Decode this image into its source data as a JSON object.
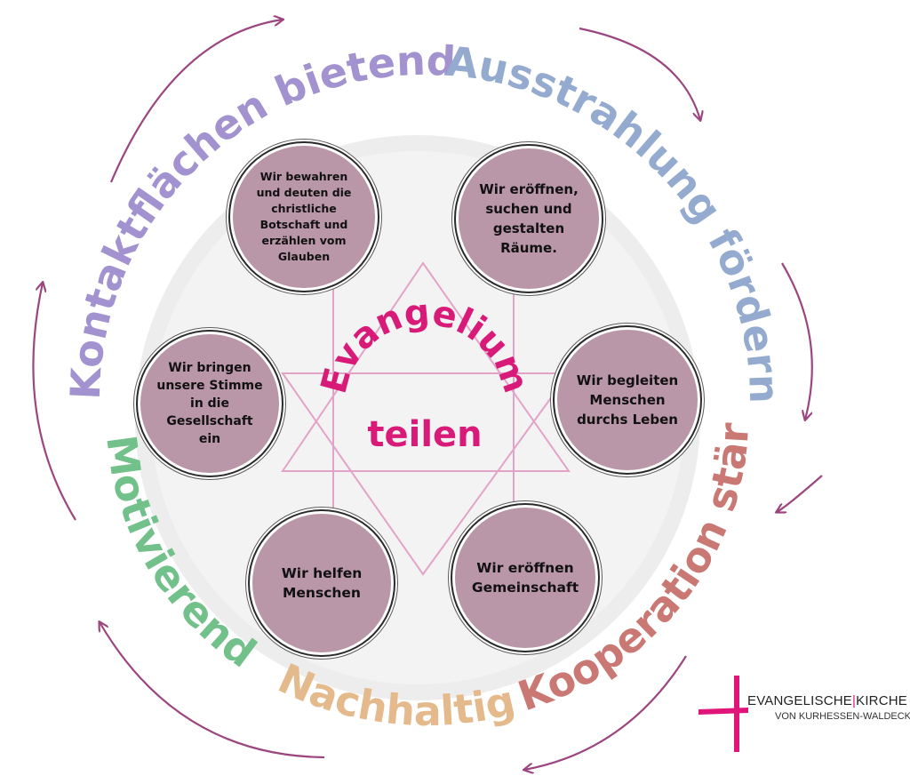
{
  "colors": {
    "node_fill": "#b996a8",
    "hexagram_lines": "#e3a3c9",
    "arrows": "#9c4680",
    "center_text": "#d81b79",
    "background_wash": "#ededed",
    "logo_cross": "#e0157a"
  },
  "ring_labels": {
    "kontakt": {
      "text": "Kontaktflächen bietend",
      "color": "#a292cf"
    },
    "ausstrahlung": {
      "text": "Ausstrahlung fördernd",
      "color": "#94abcf"
    },
    "kooperation": {
      "text": "Kooperation stärkend",
      "color": "#c97873"
    },
    "nachhaltig": {
      "text": "Nachhaltig",
      "color": "#e4b98b"
    },
    "motivierend": {
      "text": "Motivierend",
      "color": "#72c08a"
    }
  },
  "center": {
    "line1": "Evangelium",
    "line2": "teilen"
  },
  "nodes": {
    "botschaft": "Wir bewahren\nund deuten die\nchristliche\nBotschaft und\nerzählen vom\nGlauben",
    "raeume": "Wir eröffnen,\nsuchen und\ngestalten\nRäume.",
    "stimme": "Wir bringen\nunsere Stimme\nin die\nGesellschaft\nein",
    "begleiten": "Wir begleiten\nMenschen\ndurchs Leben",
    "helfen": "Wir helfen\nMenschen",
    "gemeinschaft": "Wir eröffnen\nGemeinschaft"
  },
  "logo": {
    "word1": "EVANGELISCHE",
    "separator": "|",
    "word2": "KIRCHE",
    "subtitle": "VON KURHESSEN-WALDECK"
  }
}
